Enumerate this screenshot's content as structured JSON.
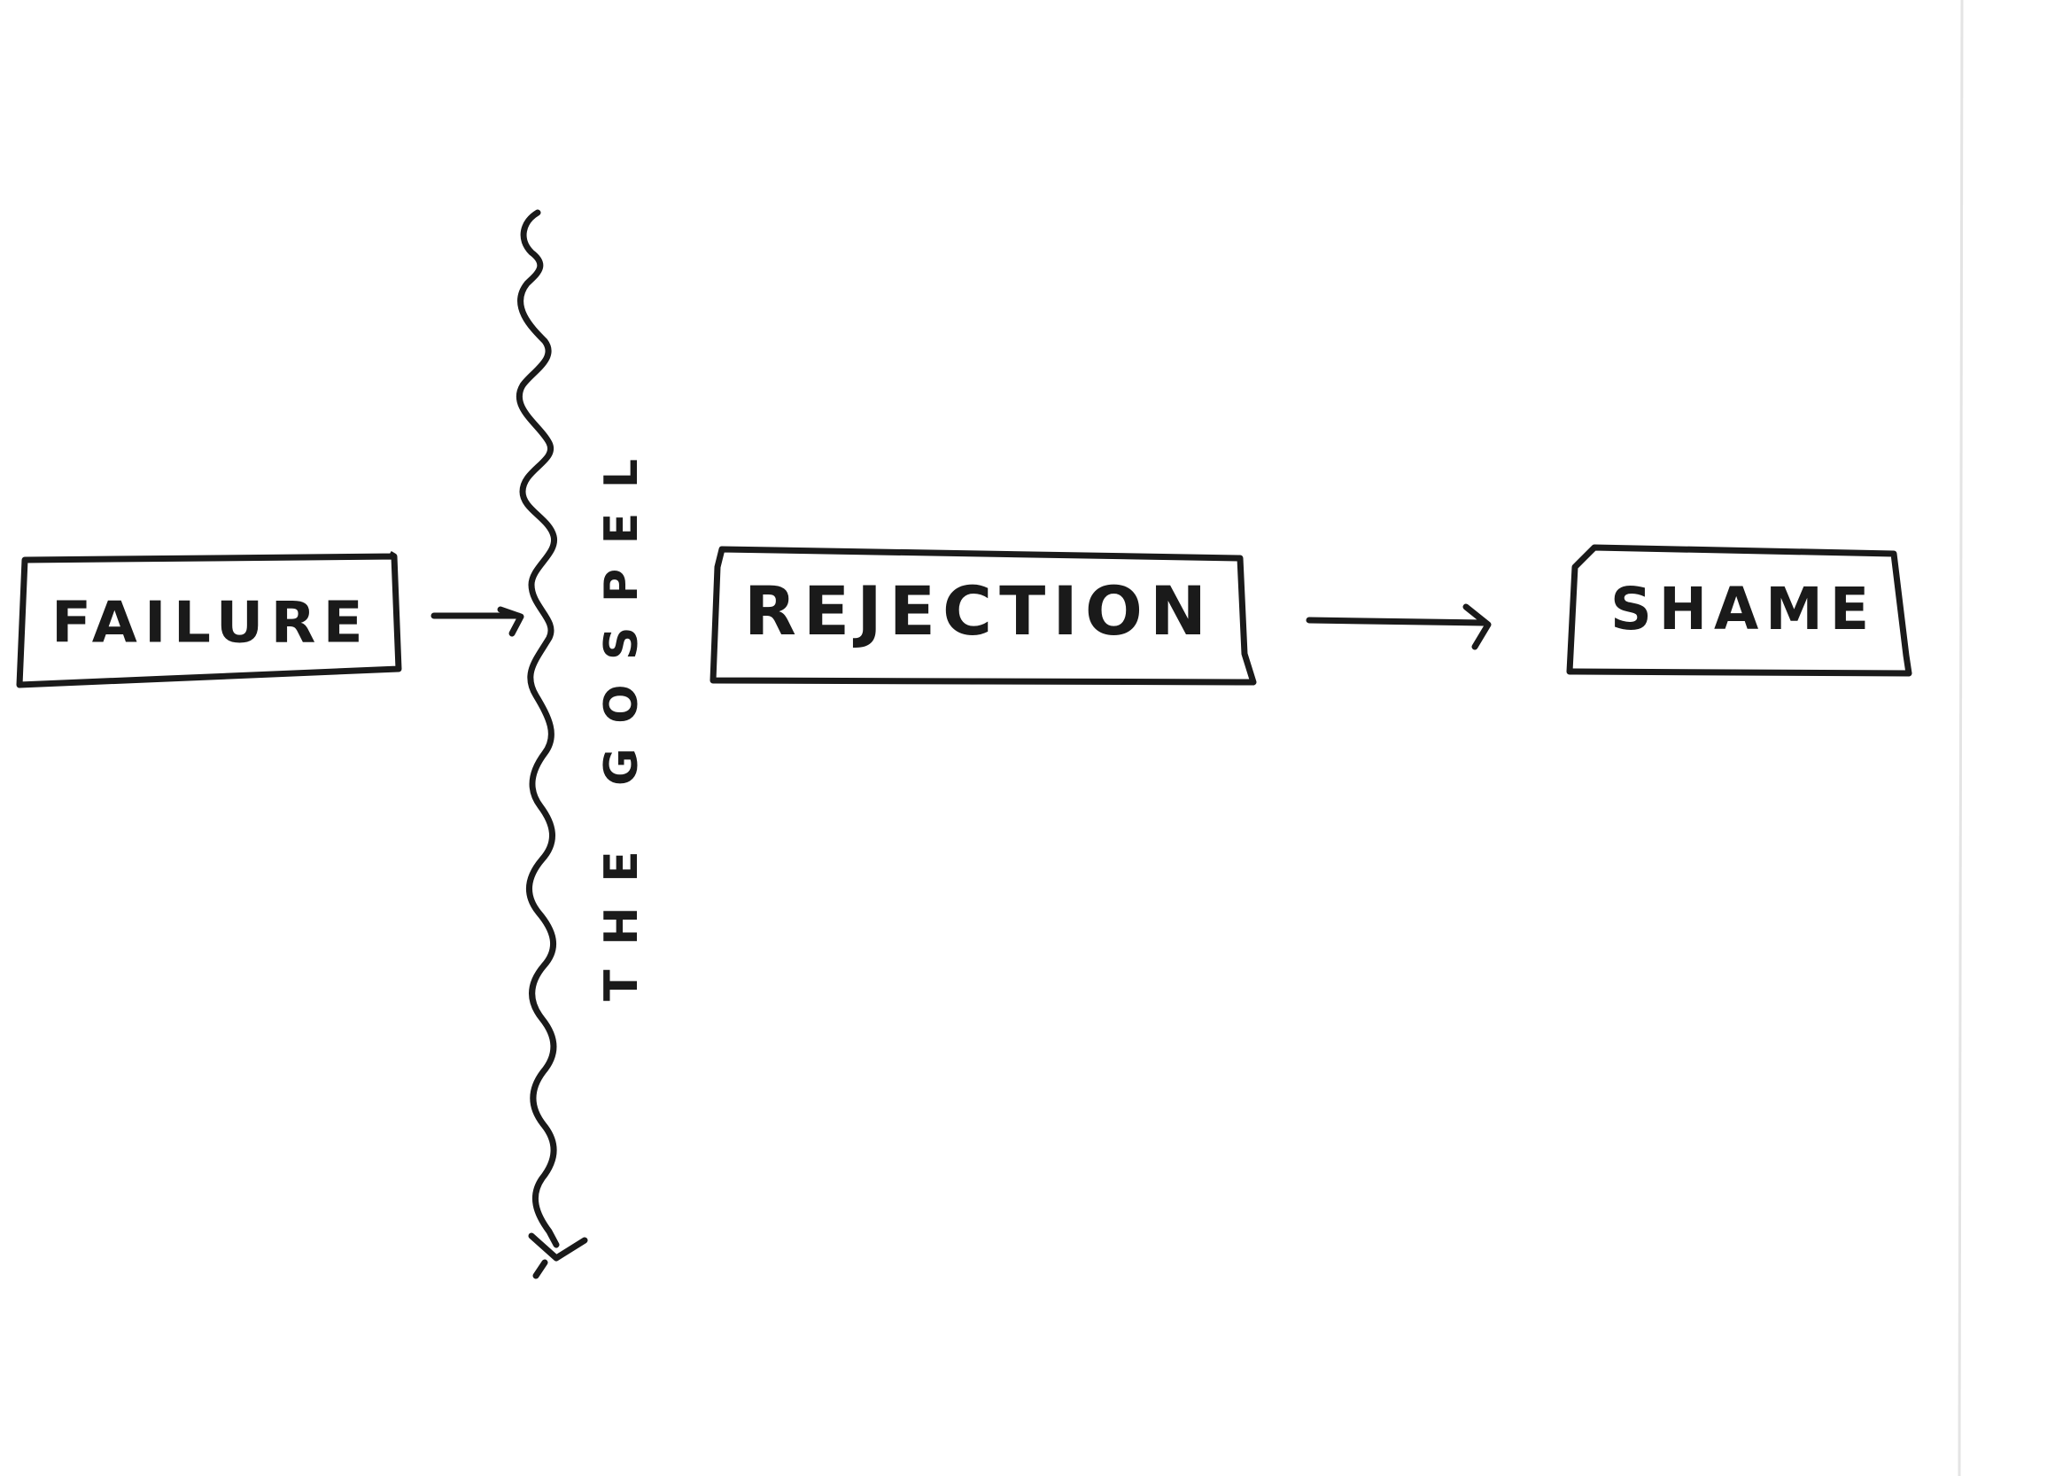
{
  "nodes": [
    {
      "id": "failure",
      "label": "FAILURE"
    },
    {
      "id": "rejection",
      "label": "REJECTION"
    },
    {
      "id": "shame",
      "label": "SHAME"
    }
  ],
  "edges": [
    {
      "from": "failure",
      "to": "the-gospel"
    },
    {
      "from": "rejection",
      "to": "shame"
    }
  ],
  "barrier": {
    "label": "THE GOSPEL"
  },
  "colors": {
    "ink": "#1a1a1a",
    "paper": "#ffffff"
  }
}
